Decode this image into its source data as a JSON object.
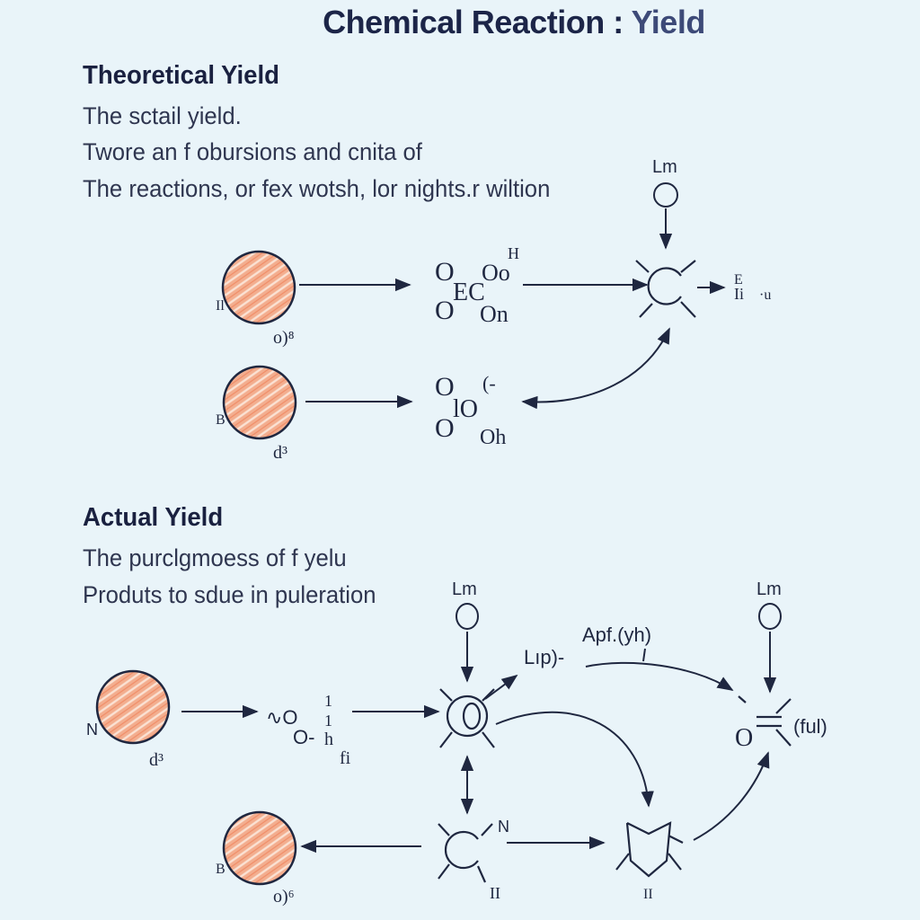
{
  "title": {
    "main": "Chemical Reaction :",
    "highlight": "Yield"
  },
  "theoretical": {
    "heading": "Theoretical Yield",
    "lines": [
      "The sctail yield.",
      "Twore an f obursions and cnita of",
      "The reactions, or fex wotsh, lor nights.r wiltion"
    ]
  },
  "actual": {
    "heading": "Actual Yield",
    "lines": [
      "The purclgmoess of f yelu",
      "Produts to sdue in puleration"
    ]
  },
  "labels": {
    "lim_top": "Lm",
    "lim_mid1": "Lm",
    "lim_mid2": "Lm",
    "t1_left": "Il",
    "t1_sub": "o)⁸",
    "t2_left": "B",
    "t2_sub": "d³",
    "mol1_a": "O",
    "mol1_b": "EC",
    "mol1_c": "O",
    "mol1_d": "Oo",
    "mol1_e": "H",
    "mol1_f": "On",
    "mol2_a": "O",
    "mol2_b": "lO",
    "mol2_c": "O",
    "mol2_d": "(-",
    "mol2_e": "Oh",
    "prod_t_e": "E",
    "prod_t_ii": "Ii",
    "prod_t_u": "·u",
    "a1_left": "N",
    "a1_sub": "d³",
    "a1_mid1": "∿O",
    "a1_mid2": "O-",
    "a1_num": "1",
    "a1_num2": "1",
    "a1_h": "h",
    "a1_fi": "fi",
    "lip": "Lıp)-",
    "apf": "Apf.(yh)",
    "final_o": "O",
    "final_ful": "(ful)",
    "n_label": "N",
    "ii_bottom": "II",
    "ii_hex": "II",
    "a2_left": "B",
    "a2_sub": "o)⁶"
  },
  "colors": {
    "background": "#e9f4f9",
    "ink": "#1f2740",
    "sphere_fill": "#f3ae8f",
    "sphere_stripe": "#fbe2d4"
  }
}
